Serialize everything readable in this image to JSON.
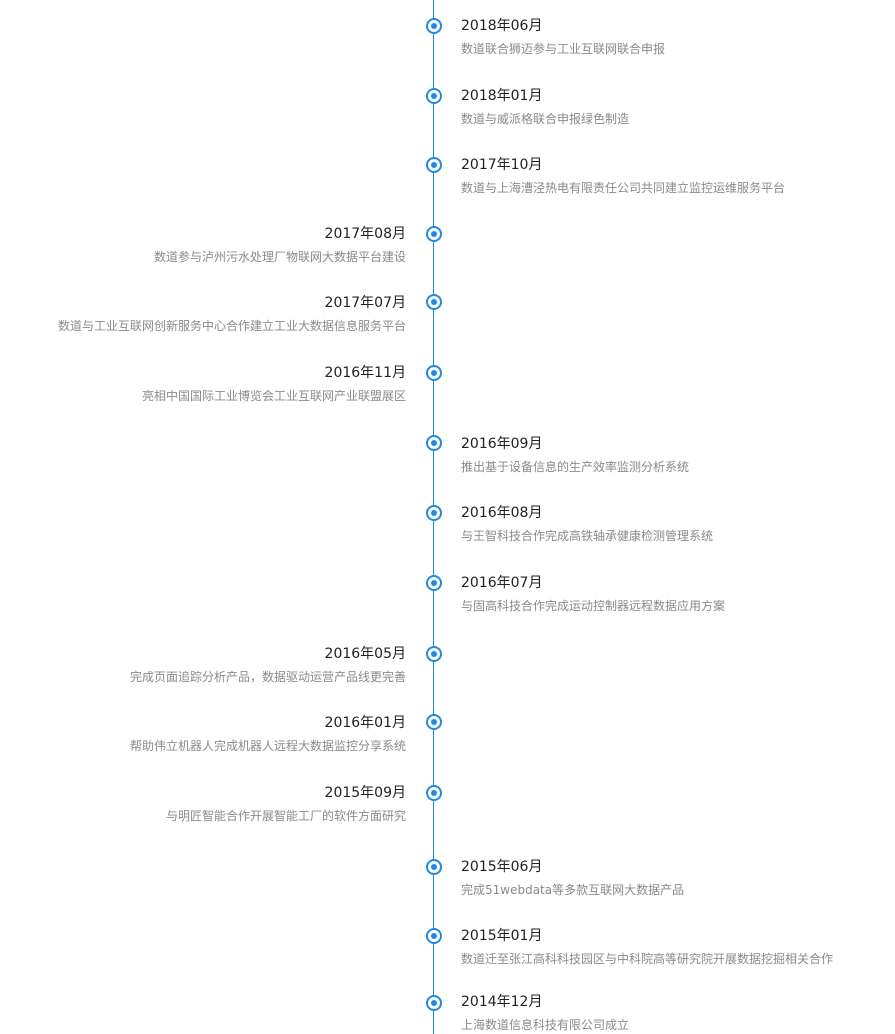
{
  "timeline": {
    "accent_color": "#1f8ae6",
    "items": [
      {
        "date": "2018年06月",
        "text": "数道联合狮迈参与工业互联网联合申报"
      },
      {
        "date": "2018年01月",
        "text": "数道与威派格联合申报绿色制造"
      },
      {
        "date": "2017年10月",
        "text": "数道与上海漕泾热电有限责任公司共同建立监控运维服务平台"
      },
      {
        "date": "2017年08月",
        "text": "数道参与泸州污水处理厂物联网大数据平台建设"
      },
      {
        "date": "2017年07月",
        "text": "数道与工业互联网创新服务中心合作建立工业大数据信息服务平台"
      },
      {
        "date": "2016年11月",
        "text": "亮相中国国际工业博览会工业互联网产业联盟展区"
      },
      {
        "date": "2016年09月",
        "text": "推出基于设备信息的生产效率监测分析系统"
      },
      {
        "date": "2016年08月",
        "text": "与王智科技合作完成高铁轴承健康检测管理系统"
      },
      {
        "date": "2016年07月",
        "text": "与固高科技合作完成运动控制器远程数据应用方案"
      },
      {
        "date": "2016年05月",
        "text": "完成页面追踪分析产品，数据驱动运营产品线更完善"
      },
      {
        "date": "2016年01月",
        "text": "帮助伟立机器人完成机器人远程大数据监控分享系统"
      },
      {
        "date": "2015年09月",
        "text": "与明匠智能合作开展智能工厂的软件方面研究"
      },
      {
        "date": "2015年06月",
        "text": "完成51webdata等多款互联网大数据产品"
      },
      {
        "date": "2015年01月",
        "text": "数道迁至张江高科科技园区与中科院高等研究院开展数据挖掘相关合作"
      },
      {
        "date": "2014年12月",
        "text": "上海数道信息科技有限公司成立"
      }
    ]
  }
}
